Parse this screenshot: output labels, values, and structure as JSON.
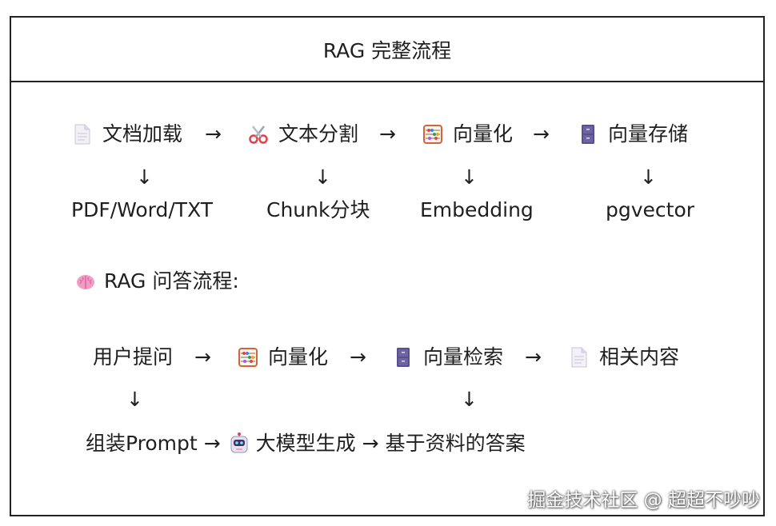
{
  "title": "RAG 完整流程",
  "pipeline": {
    "steps": [
      {
        "label": "文档加载",
        "icon": "document-icon",
        "sub": "PDF/Word/TXT"
      },
      {
        "label": "文本分割",
        "icon": "scissors-icon",
        "sub": "Chunk分块"
      },
      {
        "label": "向量化",
        "icon": "abacus-icon",
        "sub": "Embedding"
      },
      {
        "label": "向量存储",
        "icon": "file-cabinet-icon",
        "sub": "pgvector"
      }
    ],
    "arrow_right": "→",
    "arrow_down": "↓"
  },
  "qa": {
    "heading": "RAG 问答流程:",
    "heading_icon": "brain-icon",
    "row1": [
      {
        "label": "用户提问",
        "icon": ""
      },
      {
        "label": "向量化",
        "icon": "abacus-icon"
      },
      {
        "label": "向量检索",
        "icon": "file-cabinet-icon"
      },
      {
        "label": "相关内容",
        "icon": "document-icon"
      }
    ],
    "row2": {
      "prompt": "组装Prompt",
      "llm": "大模型生成",
      "llm_icon": "robot-icon",
      "answer": "基于资料的答案"
    }
  },
  "watermark": "掘金技术社区 @ 超超不吵吵"
}
